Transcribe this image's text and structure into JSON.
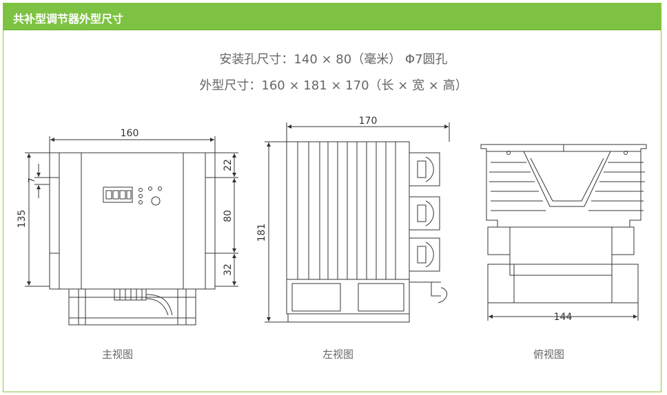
{
  "title": "共补型调节器外型尺寸",
  "spec_install": "安装孔尺寸：140 × 80（毫米）   Φ7圆孔",
  "spec_outline": "外型尺寸：160 × 181 × 170（长 × 宽 × 高）",
  "front_view": {
    "caption": "主视图",
    "dim_width": "160",
    "dim_height": "135",
    "dim_hole": "7",
    "dim_top": "22",
    "dim_mid": "80",
    "dim_bottom": "32"
  },
  "left_view": {
    "caption": "左视图",
    "dim_depth": "170",
    "dim_height": "181"
  },
  "top_view": {
    "caption": "俯视图",
    "dim_width": "144"
  },
  "colors": {
    "title_bar": "#7dc242",
    "border": "#8cc63f",
    "line": "#333333"
  }
}
